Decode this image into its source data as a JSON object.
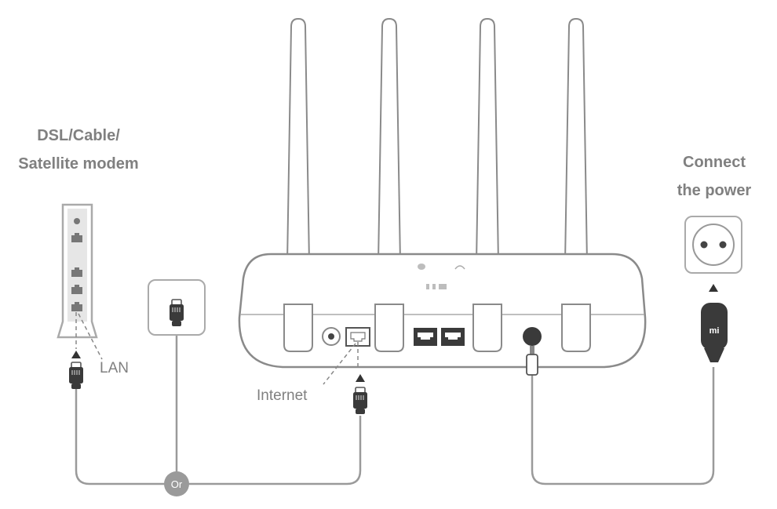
{
  "labels": {
    "modem_line1": "DSL/Cable/",
    "modem_line2": "Satellite modem",
    "power_line1": "Connect",
    "power_line2": "the power",
    "lan": "LAN",
    "internet": "Internet",
    "or": "Or",
    "plug_logo": "mi"
  },
  "colors": {
    "line": "#9a9a9a",
    "dark": "#333333",
    "text": "#808080"
  },
  "icons": [
    "modem-icon",
    "wall-port-icon",
    "router-icon",
    "power-socket-icon",
    "power-adapter-icon",
    "ethernet-plug-icon"
  ]
}
